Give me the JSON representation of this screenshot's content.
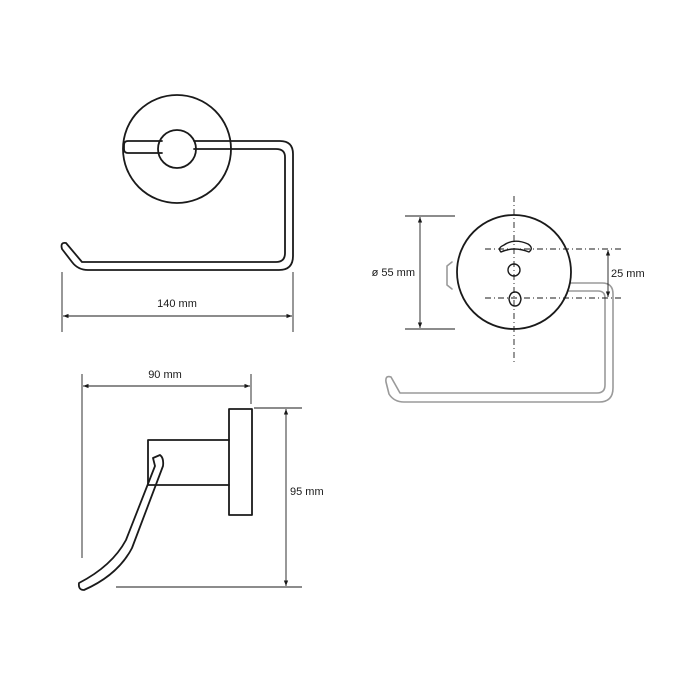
{
  "labels": {
    "width_top": "140 mm",
    "depth": "90 mm",
    "height": "95 mm",
    "diameter": "ø 55 mm",
    "hole_spacing": "25 mm"
  },
  "colors": {
    "line": "#1a1a1a",
    "hidden_line": "#9a9a9a",
    "background": "#ffffff"
  }
}
